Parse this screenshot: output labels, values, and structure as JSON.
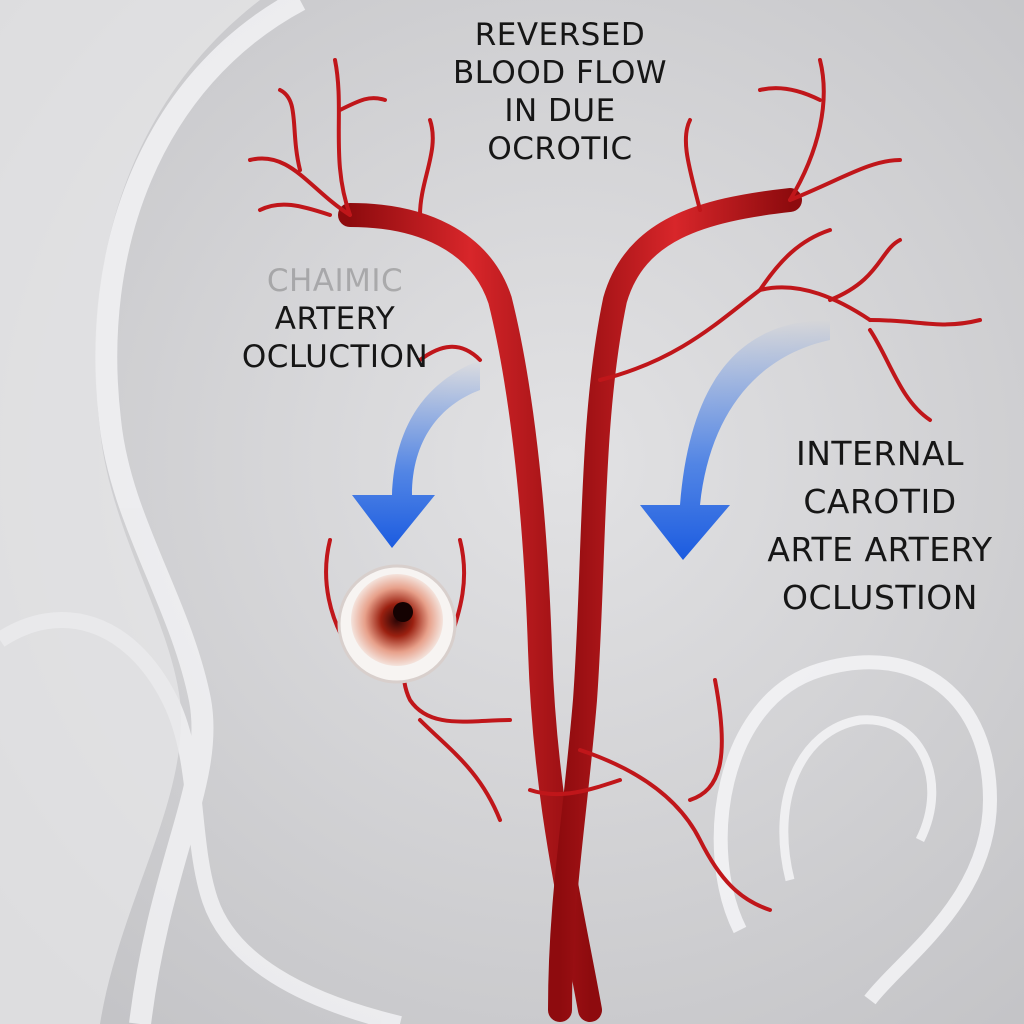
{
  "title_label": {
    "lines": [
      "REVERSED",
      "BLOOD FLOW",
      "IN DUE",
      "OCROTIC"
    ]
  },
  "left_label": {
    "lines": [
      "CHAIMIC",
      "ARTERY",
      "OCLUCTION"
    ]
  },
  "right_label": {
    "lines": [
      "INTERNAL",
      "CAROTID",
      "ARTE ARTERY",
      "OCLUSTION"
    ]
  },
  "colors": {
    "artery": "#c0161a",
    "arrow": "#2f6fe6",
    "background": "#d9d9db",
    "text": "#161616"
  }
}
